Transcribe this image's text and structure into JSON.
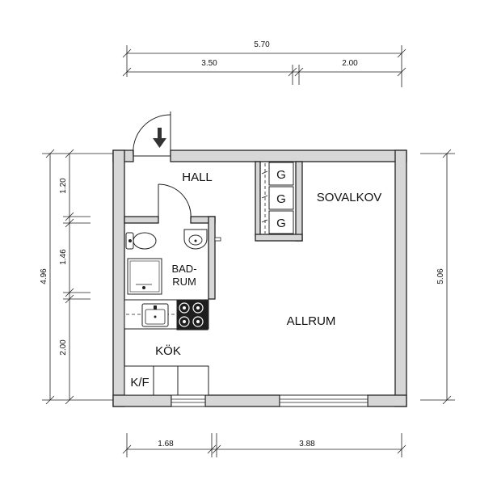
{
  "dimensions": {
    "top_total": "5.70",
    "top_left": "3.50",
    "top_right": "2.00",
    "bottom_left": "1.68",
    "bottom_right": "3.88",
    "left_total": "4.96",
    "left_top": "1.20",
    "left_middle": "1.46",
    "left_bottom": "2.00",
    "right_total": "5.06"
  },
  "rooms": {
    "hall": "HALL",
    "sovalkov": "SOVALKOV",
    "bathroom_line1": "BAD-",
    "bathroom_line2": "RUM",
    "kitchen": "KÖK",
    "living": "ALLRUM",
    "fridge_freezer": "K/F"
  },
  "wardrobes": [
    "G",
    "G",
    "G"
  ],
  "colors": {
    "wall_fill": "#d7d7d7",
    "line": "#222222",
    "stove": "#1e1e1e"
  }
}
